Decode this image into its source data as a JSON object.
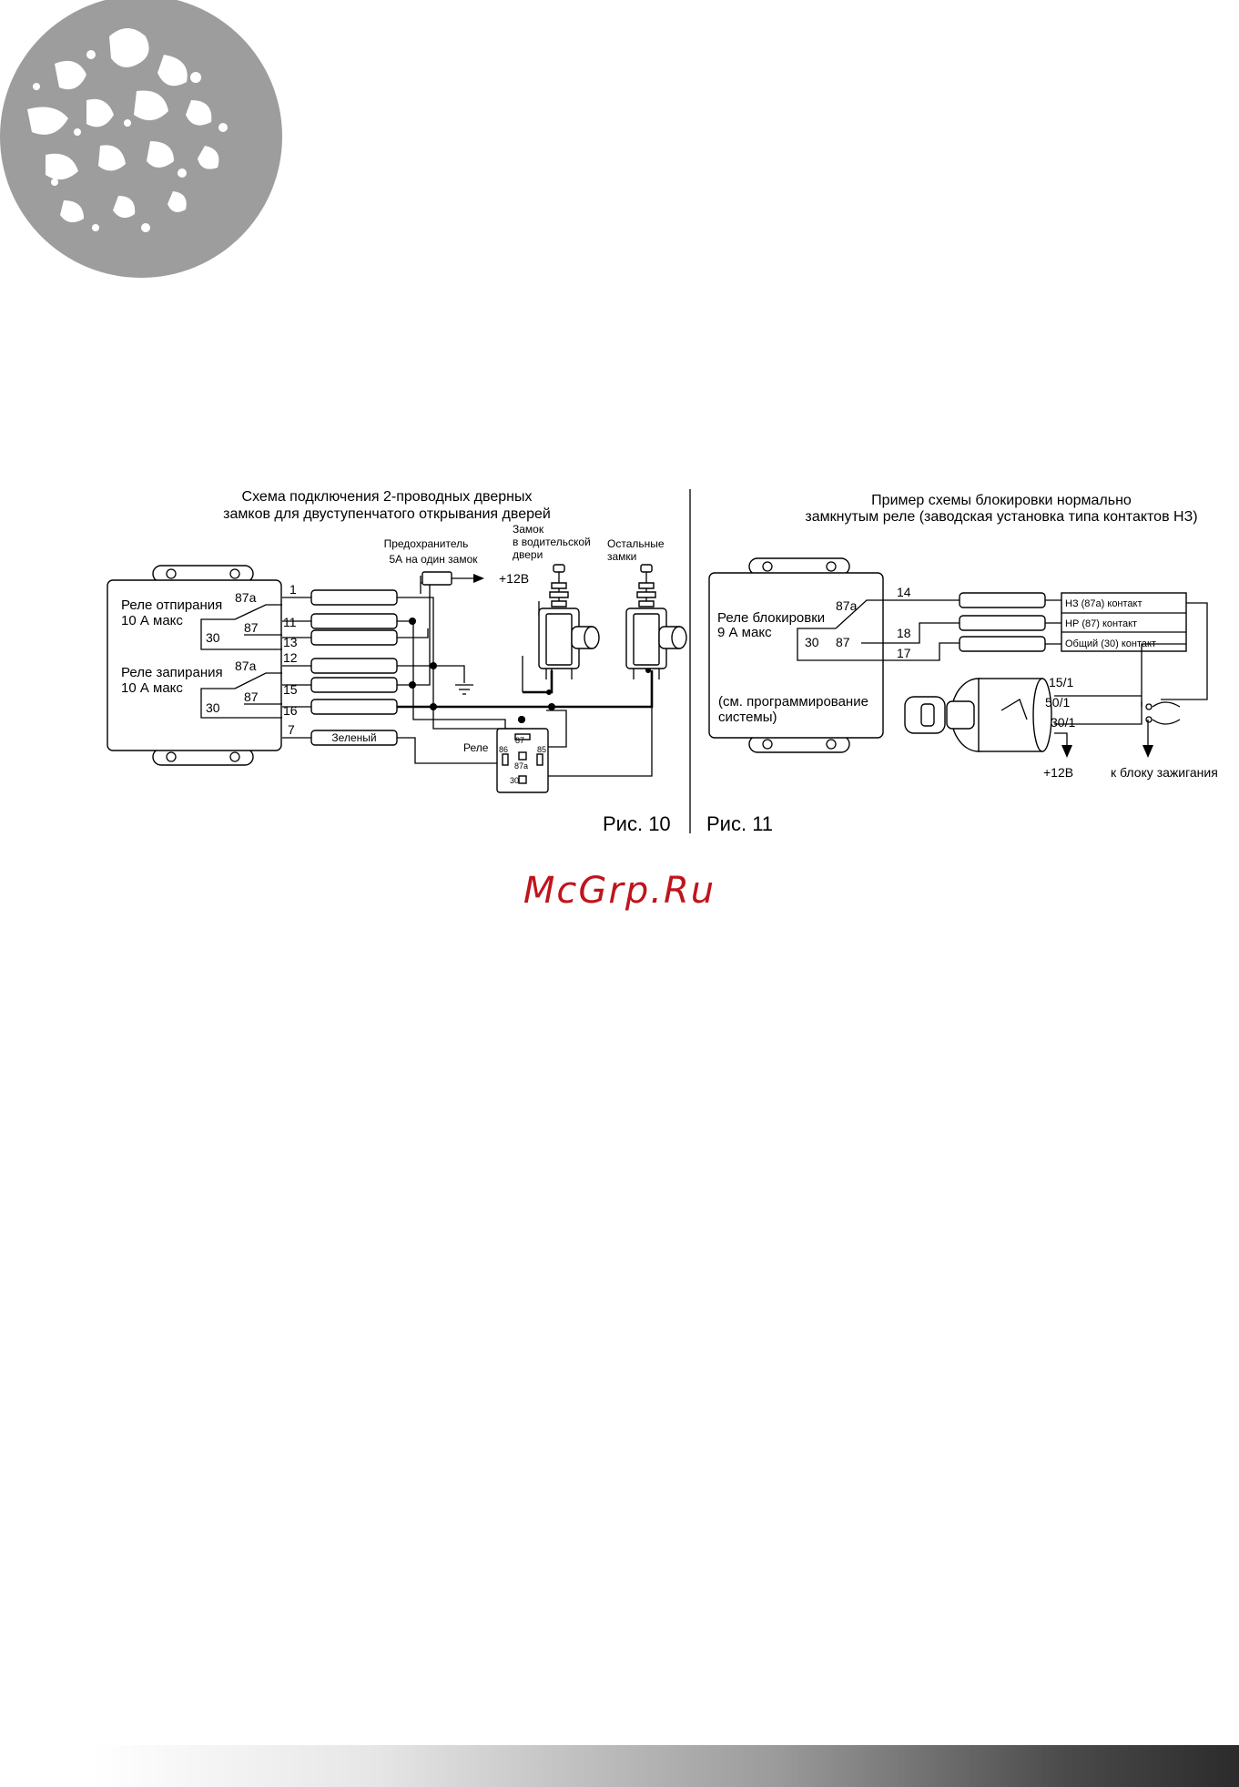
{
  "colors": {
    "watermark": "#c0141c",
    "logo": "#9d9d9d",
    "diagram_ink": "#000000"
  },
  "fig10": {
    "title_line1": "Схема подключения 2-проводных дверных",
    "title_line2": "замков для двуступенчатого открывания дверей",
    "unlock_relay_line1": "Реле отпирания",
    "unlock_relay_line2": "10 А макс",
    "lock_relay_line1": "Реле запирания",
    "lock_relay_line2": "10 А макс",
    "contact_87a": "87a",
    "contact_87": "87",
    "contact_30": "30",
    "pins": [
      "1",
      "11",
      "13",
      "12",
      "15",
      "16",
      "7"
    ],
    "green_wire": "Зеленый",
    "fuse_line1": "Предохранитель",
    "fuse_line2": "5А на один замок",
    "plus12v": "+12В",
    "driver_lock_line1": "Замок",
    "driver_lock_line2": "в водительской",
    "driver_lock_line3": "двери",
    "other_locks_line1": "Остальные",
    "other_locks_line2": "замки",
    "relay_label": "Реле",
    "relay_pins": {
      "p87": "87",
      "p86": "86",
      "p87a": "87a",
      "p85": "85",
      "p30": "30"
    },
    "caption": "Рис. 10"
  },
  "fig11": {
    "title_line1": "Пример схемы блокировки нормально",
    "title_line2": "замкнутым реле (заводская установка типа контактов НЗ)",
    "block_relay_line1": "Реле блокировки",
    "block_relay_line2": "9 А макс",
    "contact_87a": "87a",
    "contact_30": "30",
    "contact_87": "87",
    "pins": [
      "14",
      "18",
      "17"
    ],
    "nc_contact": "НЗ (87а) контакт",
    "no_contact": "НР (87) контакт",
    "common_contact": "Общий (30) контакт",
    "note_line1": "(см. программирование",
    "note_line2": "системы)",
    "ign_151": "15/1",
    "ign_501": "50/1",
    "ign_301": "30/1",
    "plus12v": "+12В",
    "to_ignition": "к блоку зажигания",
    "caption": "Рис. 11"
  },
  "watermark": "McGrp.Ru"
}
